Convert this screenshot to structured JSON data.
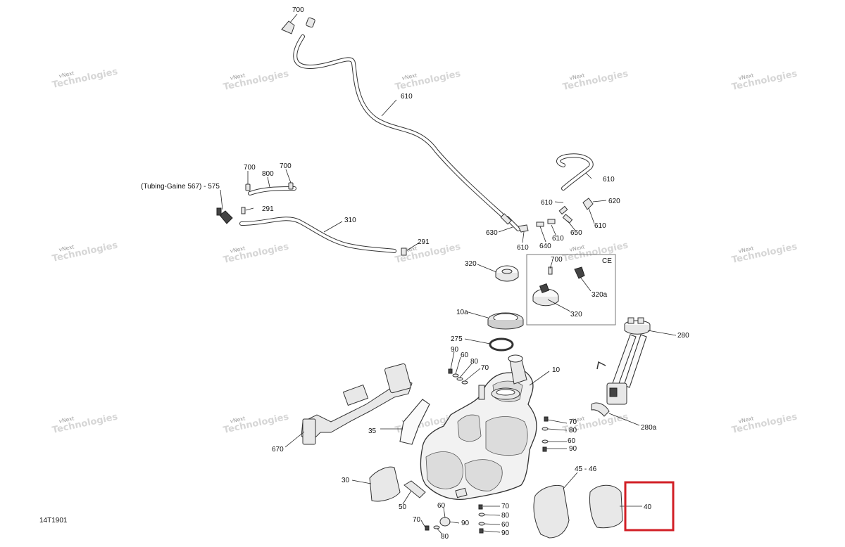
{
  "diagram_code": "14T1901",
  "watermark": {
    "line1": "vNext",
    "line2": "Technologies",
    "line3": "vNext Technologies"
  },
  "box_label": "CE",
  "labels": {
    "l700a": "700",
    "l610a": "610",
    "l700b": "700",
    "l700c": "700",
    "l800": "800",
    "l575": "(Tubing-Gaine 567) - 575",
    "l291a": "291",
    "l310": "310",
    "l291b": "291",
    "l610b": "610",
    "l610c": "610",
    "l620": "620",
    "l610d": "610",
    "l630": "630",
    "l650": "650",
    "l610e": "610",
    "l640": "640",
    "l610f": "610",
    "l320a": "320",
    "l700d": "700",
    "l320a2": "320a",
    "l320b": "320",
    "l10a": "10a",
    "l280": "280",
    "l275": "275",
    "l90a": "90",
    "l60a": "60",
    "l80a": "80",
    "l70a": "70",
    "l10": "10",
    "l70b": "70",
    "l80b": "80",
    "l60b": "60",
    "l90b": "90",
    "l280a": "280a",
    "l35": "35",
    "l670": "670",
    "l45": "45 - 46",
    "l30": "30",
    "l50": "50",
    "l40": "40",
    "l60c": "60",
    "l70c": "70",
    "l80c": "80",
    "l70d": "70",
    "l90c": "90",
    "l60d": "60",
    "l80d": "80",
    "l90d": "90"
  },
  "highlight": {
    "label": "40",
    "color": "#d21f26"
  }
}
